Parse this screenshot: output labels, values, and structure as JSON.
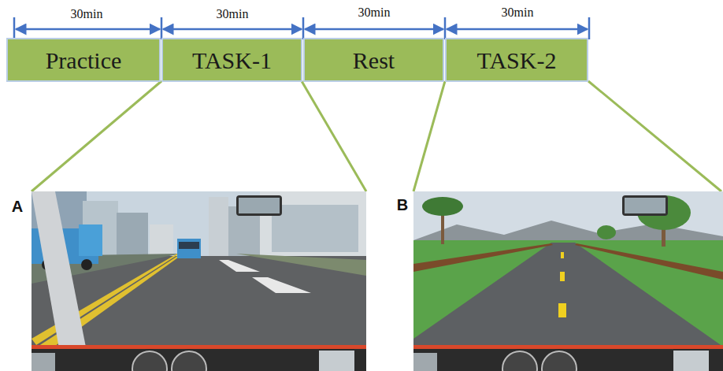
{
  "diagram": {
    "nodes": [
      {
        "text": [
          "Practice"
        ]
      },
      {
        "text": [
          "TASK-1"
        ]
      },
      {
        "text": [
          "Rest"
        ]
      },
      {
        "text": [
          "TASK-2"
        ]
      }
    ],
    "labels": [
      "30min",
      "30min",
      "30min",
      "30min",
      "A",
      "B"
    ]
  }
}
